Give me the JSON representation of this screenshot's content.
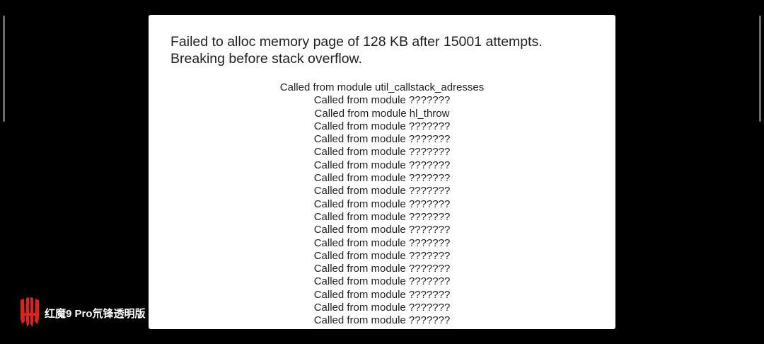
{
  "dialog": {
    "title_lines": [
      "Failed to alloc memory page of 128 KB after 15001 attempts.",
      "Breaking before stack overflow."
    ],
    "stack_lines": [
      "Called from module util_callstack_adresses",
      "Called from module ???????",
      "Called from module hl_throw",
      "Called from module ???????",
      "Called from module ???????",
      "Called from module ???????",
      "Called from module ???????",
      "Called from module ???????",
      "Called from module ???????",
      "Called from module ???????",
      "Called from module ???????",
      "Called from module ???????",
      "Called from module ???????",
      "Called from module ???????",
      "Called from module ???????",
      "Called from module ???????",
      "Called from module ???????",
      "Called from module ???????",
      "Called from module ???????"
    ]
  },
  "watermark": {
    "text": "红魔9 Pro氘锋透明版",
    "logo_icon": "red-magic-logo-icon",
    "logo_color": "#e0201d"
  },
  "colors": {
    "background": "#000000",
    "dialog_background": "#ffffff",
    "text": "#1f1f1f",
    "edge_bar": "#6b6b6b"
  }
}
